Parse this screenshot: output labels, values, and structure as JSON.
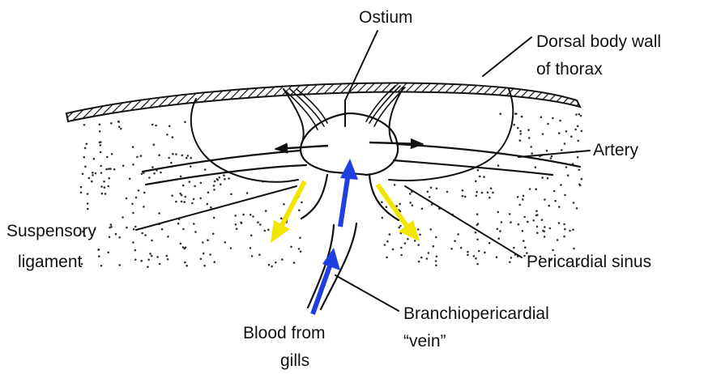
{
  "diagram": {
    "labels": {
      "ostium": "Ostium",
      "dorsal_wall_line1": "Dorsal body wall",
      "dorsal_wall_line2": "of thorax",
      "artery": "Artery",
      "suspensory_line1": "Suspensory",
      "suspensory_line2": "ligament",
      "pericardial_sinus": "Pericardial sinus",
      "blood_line1": "Blood from",
      "blood_line2": "gills",
      "branchio_line1": "Branchiopericardial",
      "branchio_line2": "“vein”"
    },
    "colors": {
      "ink": "#111111",
      "yellow_arrow": "#f2e600",
      "blue_arrow": "#1f3fe0",
      "stipple": "#333333"
    }
  }
}
